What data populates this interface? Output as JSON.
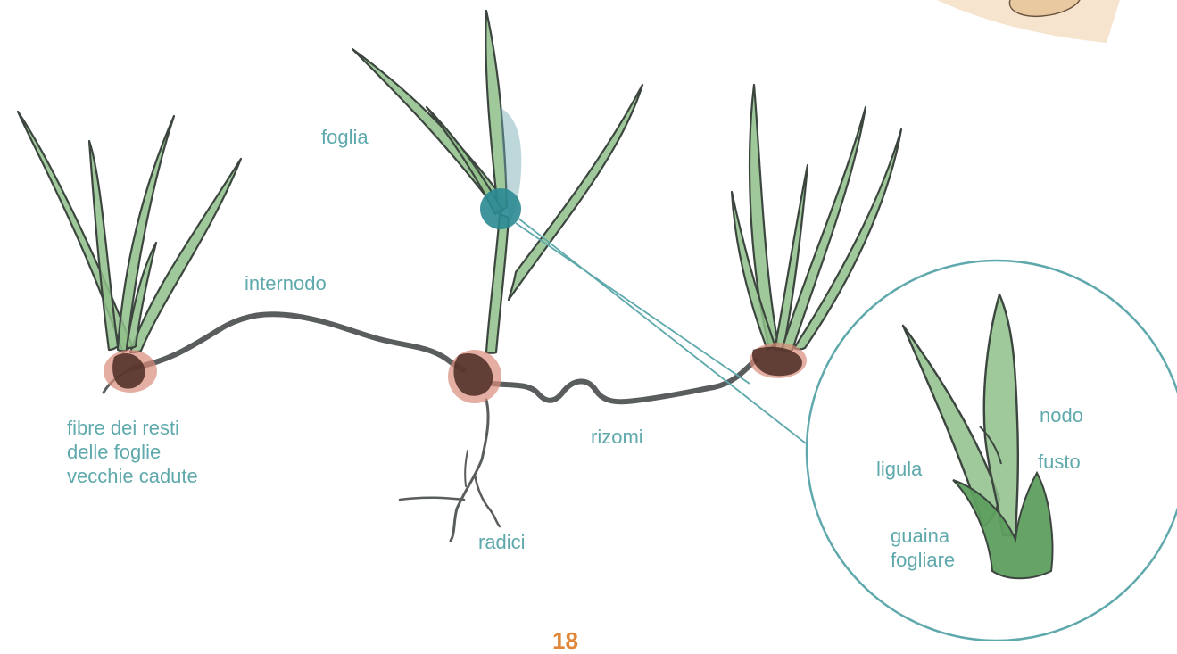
{
  "labels": {
    "foglia": "foglia",
    "internodo": "internodo",
    "rizomi": "rizomi",
    "radici": "radici",
    "fibre": [
      "fibre dei resti",
      "delle foglie",
      "vecchie cadute"
    ],
    "nodo": "nodo",
    "ligula": "ligula",
    "fusto": "fusto",
    "guaina": [
      "guaina",
      "fogliare"
    ]
  },
  "page_number": "18",
  "colors": {
    "label": "#5fa9ad",
    "leaf_fill": "#8fbf8a",
    "leaf_outline": "#3c463f",
    "rhizome": "#5a5d5e",
    "root_ball": "#d98b7b",
    "root_dark": "#4a2c24",
    "highlight_circle": "#2b8a92",
    "page_number": "#e0873a"
  }
}
